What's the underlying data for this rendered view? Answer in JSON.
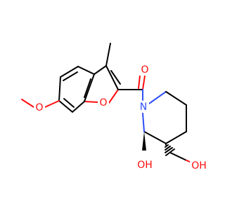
{
  "molecule": {
    "colors": {
      "bond": "#000000",
      "oxygen": "#ff0d0d",
      "nitrogen": "#3050f8",
      "background": "#ffffff"
    },
    "labels": {
      "methoxy_o": "O",
      "ring_o": "O",
      "carbonyl_o": "O",
      "amide_n": "N",
      "hydroxyl_ring": "OH",
      "hydroxyl_chain": "OH"
    }
  }
}
